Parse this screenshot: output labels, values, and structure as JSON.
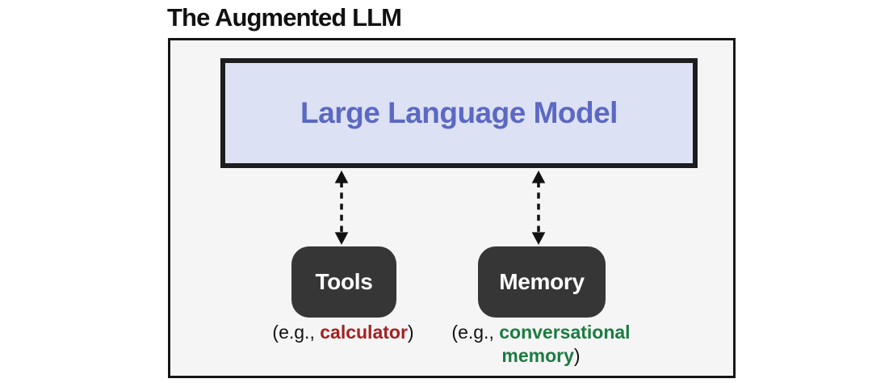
{
  "title": "The Augmented LLM",
  "llm": {
    "label": "Large Language Model"
  },
  "nodes": [
    {
      "id": "tools",
      "label": "Tools",
      "caption": {
        "prefix": "(e.g., ",
        "highlight": "calculator",
        "suffix": ")"
      }
    },
    {
      "id": "memory",
      "label": "Memory",
      "caption": {
        "prefix": "(e.g., ",
        "highlight": "conversational memory",
        "suffix": ")"
      }
    }
  ],
  "connectors": [
    {
      "from": "llm",
      "to": "tools",
      "style": "dashed-double-arrow"
    },
    {
      "from": "llm",
      "to": "memory",
      "style": "dashed-double-arrow"
    }
  ],
  "colors": {
    "title_text": "#111111",
    "frame_bg": "#f5f5f6",
    "frame_border": "#161616",
    "llm_bg": "#dde1f4",
    "llm_border": "#1d1d1f",
    "llm_text": "#5b69c3",
    "node_bg": "#363636",
    "node_text": "#ffffff",
    "caption_text": "#111111",
    "tools_highlight": "#a32020",
    "memory_highlight": "#1a7c40",
    "arrow": "#111111"
  }
}
